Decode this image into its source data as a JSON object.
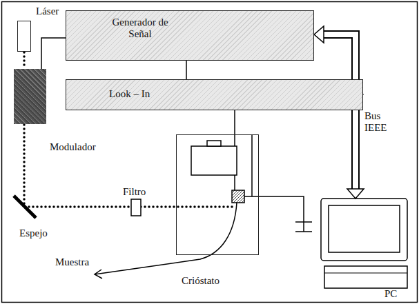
{
  "diagram": {
    "nodes": [
      {
        "text": [
          "Láser"
        ]
      },
      {
        "text": [
          "Generador de Señal"
        ]
      },
      {
        "text": [
          "Look – In"
        ]
      },
      {
        "text": [
          "Modulador"
        ]
      },
      {
        "text": [
          "Crióstato"
        ]
      },
      {
        "text": [
          "PC"
        ]
      }
    ],
    "edges": [
      {
        "from": 1,
        "to": 3,
        "arrow": "none"
      },
      {
        "from": 1,
        "to": 2,
        "arrow": "none"
      },
      {
        "from": 2,
        "to": 4,
        "arrow": "none"
      },
      {
        "from": 5,
        "to": 1,
        "arrow": "both"
      },
      {
        "from": 5,
        "to": 2,
        "arrow": "to"
      }
    ],
    "labels": [
      "Bus IEEE",
      "Filtro",
      "Espejo",
      "Muestra"
    ]
  }
}
